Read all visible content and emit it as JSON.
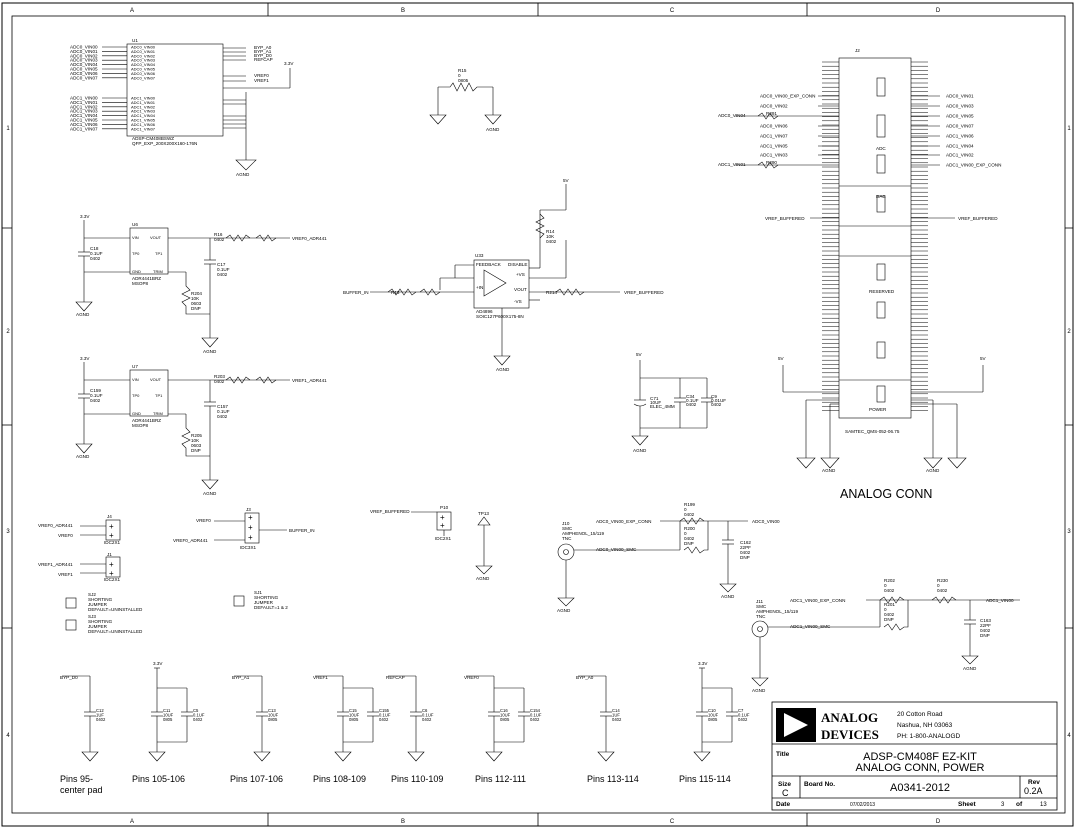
{
  "border": {
    "cols": [
      "A",
      "B",
      "C",
      "D"
    ],
    "rows": [
      "1",
      "2",
      "3",
      "4"
    ]
  },
  "blocks": {
    "analog_conn_title": "ANALOG CONN",
    "u1": {
      "ref": "U1",
      "part": "ADSP-CM408BSWZ",
      "pkg": "QFP_EXP_200X200X160-176N",
      "left_pins": [
        "ADC0_VIN00",
        "ADC0_VIN01",
        "ADC0_VIN02",
        "ADC0_VIN03",
        "ADC0_VIN04",
        "ADC0_VIN05",
        "ADC0_VIN06",
        "ADC0_VIN07"
      ],
      "left_pins2": [
        "ADC1_VIN00",
        "ADC1_VIN01",
        "ADC1_VIN02",
        "ADC1_VIN03",
        "ADC1_VIN04",
        "ADC1_VIN05",
        "ADC1_VIN06",
        "ADC1_VIN07"
      ],
      "right_pins": [
        "BYP_A0",
        "BYP_A1",
        "BYP_D0",
        "REFCAP"
      ],
      "right_pins2": [
        "VREF0",
        "VREF1"
      ],
      "gnd": "AGND",
      "v33": "3.3V"
    },
    "r15": {
      "ref": "R15",
      "val": "0",
      "pkg": "0805",
      "gnd": "AGND"
    },
    "u6": {
      "ref": "U6",
      "part": "ADR4441BRZ",
      "pkg": "MSOP8",
      "vin": "VIN",
      "vout": "VOUT",
      "gnd": "GND",
      "tp0": "TP0",
      "tp1": "TP1",
      "trim": "TRIM",
      "c18": [
        "C18",
        "0.1UF",
        "0402"
      ],
      "c17": [
        "C17",
        "0.1UF",
        "0402"
      ],
      "r204": [
        "R204",
        "10K",
        "0603",
        "DNP"
      ],
      "r16": [
        "R16",
        "0402"
      ],
      "net": "VREF0_ADR441",
      "v33": "3.3V",
      "gnd_lbl": "AGND"
    },
    "u7": {
      "ref": "U7",
      "part": "ADR4441BRZ",
      "pkg": "MSOP8",
      "vin": "VIN",
      "vout": "VOUT",
      "gnd": "GND",
      "tp0": "TP0",
      "tp1": "TP1",
      "trim": "TRIM",
      "c159": [
        "C159",
        "0.1UF",
        "0402"
      ],
      "c157": [
        "C157",
        "0.1UF",
        "0402"
      ],
      "r205": [
        "R205",
        "10K",
        "0603",
        "DNP"
      ],
      "r203": [
        "R203",
        "0402"
      ],
      "net": "VREF1_ADR441",
      "v33": "3.3V",
      "gnd_lbl": "AGND"
    },
    "u33": {
      "ref": "U33",
      "part": "AD4896",
      "pkg": "SOIC127P600X175-8N",
      "pins": [
        "FEEDBACK",
        "DISABLE",
        "-IN",
        "+IN",
        "VOUT",
        "+VS",
        "-VS"
      ],
      "in_net": "BUFFER_IN",
      "out_net": "VREF_BUFFERED",
      "r14": [
        "R14",
        "10K",
        "0402"
      ],
      "r13": "R13",
      "r214": "R214",
      "v5": "5V",
      "gnd": "AGND"
    },
    "caps5v": {
      "v5": "5V",
      "c71": [
        "C71",
        "10UF",
        "ELEC_4MM"
      ],
      "c34": [
        "C34",
        "0.1UF",
        "0402"
      ],
      "c9": [
        "C9",
        "0.01UF",
        "0402"
      ],
      "gnd": "AGND"
    },
    "conn": {
      "ref": "J2",
      "part": "SAMTEC_QMS-052-06.75",
      "sec_adc": "ADC",
      "sec_dac": "DAC",
      "sec_res": "RESERVED",
      "sec_pow": "POWER",
      "left_nets": [
        "ADC0_VIN00_EXP_CONN",
        "ADC0_VIN02",
        "ADC0_VIN04",
        "ADC0_VIN06",
        "ADC1_VIN07",
        "ADC1_VIN05",
        "ADC1_VIN03",
        "ADC1_VIN01"
      ],
      "right_nets": [
        "ADC0_VIN01",
        "ADC0_VIN03",
        "ADC0_VIN05",
        "ADC0_VIN07",
        "ADC1_VIN06",
        "ADC1_VIN04",
        "ADC1_VIN02",
        "ADC1_VIN00_EXP_CONN"
      ],
      "vref_l": "VREF_BUFFERED",
      "vref_r": "VREF_BUFFERED",
      "r_adc04": "R291",
      "r_adc01": "R290",
      "net_adc04": "ADC0_VIN04",
      "net_adc01": "ADC1_VIN01",
      "v5": "5V",
      "gnd": "AGND"
    },
    "jumpers": {
      "j4": [
        "J4",
        "IDC2X1"
      ],
      "j1": [
        "J1",
        "IDC2X1"
      ],
      "j3": [
        "J3",
        "IDC3X1"
      ],
      "p10": [
        "P10",
        "IDC2X1"
      ],
      "tp13": "TP13",
      "vref0_adr": "VREF0_ADR441",
      "vref0": "VREF0",
      "vref1_adr": "VREF1_ADR441",
      "vref1": "VREF1",
      "buffer_in": "BUFFER_IN",
      "vref_buffered": "VREF_BUFFERED",
      "agnd": "AGND",
      "sj2": [
        "SJ2",
        "SHORTING",
        "JUMPER",
        "DEFAULT=UNINSTALLED"
      ],
      "sj3": [
        "SJ3",
        "SHORTING",
        "JUMPER",
        "DEFAULT=UNINSTALLED"
      ],
      "sj1": [
        "SJ1",
        "SHORTING",
        "JUMPER",
        "DEFAULT=1 & 2"
      ]
    },
    "smc": {
      "j10": [
        "J10",
        "SMC",
        "AMPHENOL_15/119",
        "TNC"
      ],
      "j11": [
        "J11",
        "SMC",
        "AMPHENOL_15/119",
        "TNC"
      ],
      "n1": "ADC0_VIN00_EXP_CONN",
      "n2": "ADC0_VIN00",
      "n3": "ADC0_VIN00_SMC",
      "n4": "ADC1_VIN00_EXP_CONN",
      "n5": "ADC1_VIN00",
      "n6": "ADC1_VIN00_SMC",
      "r199": [
        "R199",
        "0",
        "0402"
      ],
      "r200": [
        "R200",
        "0",
        "0402",
        "DNP"
      ],
      "c162": [
        "C162",
        "22PF",
        "0402",
        "DNP"
      ],
      "r202": [
        "R202",
        "0",
        "0402"
      ],
      "r201": [
        "R201",
        "0",
        "0402",
        "DNP"
      ],
      "r230": [
        "R230",
        "0",
        "0402"
      ],
      "c163": [
        "C163",
        "22PF",
        "0402",
        "DNP"
      ],
      "agnd": "AGND"
    },
    "bypass": [
      {
        "net": "BYP_D0",
        "caps": [
          [
            "C12",
            "1UF",
            "0402"
          ]
        ],
        "pins": "Pins 95-\ncenter pad"
      },
      {
        "net": "3.3V",
        "caps": [
          [
            "C11",
            "10UF",
            "0805"
          ],
          [
            "C5",
            "0.1UF",
            "0402"
          ]
        ],
        "pins": "Pins 105-106"
      },
      {
        "net": "BYP_A1",
        "caps": [
          [
            "C13",
            "10UF",
            "0805"
          ]
        ],
        "pins": "Pins 107-106"
      },
      {
        "net": "VREF1",
        "caps": [
          [
            "C15",
            "10UF",
            "0805"
          ],
          [
            "C155",
            "0.1UF",
            "0402"
          ]
        ],
        "pins": "Pins 108-109"
      },
      {
        "net": "REFCAP",
        "caps": [
          [
            "C6",
            "0.1UF",
            "0402"
          ]
        ],
        "pins": "Pins 110-109"
      },
      {
        "net": "VREF0",
        "caps": [
          [
            "C16",
            "10UF",
            "0805"
          ],
          [
            "C154",
            "0.1UF",
            "0402"
          ]
        ],
        "pins": "Pins 112-111"
      },
      {
        "net": "BYP_A0",
        "caps": [
          [
            "C14",
            "1UF",
            "0402"
          ]
        ],
        "pins": "Pins 113-114"
      },
      {
        "net": "3.3V",
        "caps": [
          [
            "C10",
            "10UF",
            "0805"
          ],
          [
            "C7",
            "0.1UF",
            "0402"
          ]
        ],
        "pins": "Pins 115-114"
      }
    ]
  },
  "title_block": {
    "company_line1": "ANALOG",
    "company_line2": "DEVICES",
    "address1": "20 Cotton Road",
    "address2": "Nashua, NH 03063",
    "phone": "PH: 1-800-ANALOGD",
    "title_label": "Title",
    "title1": "ADSP-CM408F EZ-KIT",
    "title2": "ANALOG CONN, POWER",
    "size_label": "Size",
    "size": "C",
    "board_label": "Board No.",
    "board": "A0341-2012",
    "rev_label": "Rev",
    "rev": "0.2A",
    "date_label": "Date",
    "date": "07/02/2013",
    "sheet_label": "Sheet",
    "sheet": "3",
    "of_label": "of",
    "of": "13"
  }
}
